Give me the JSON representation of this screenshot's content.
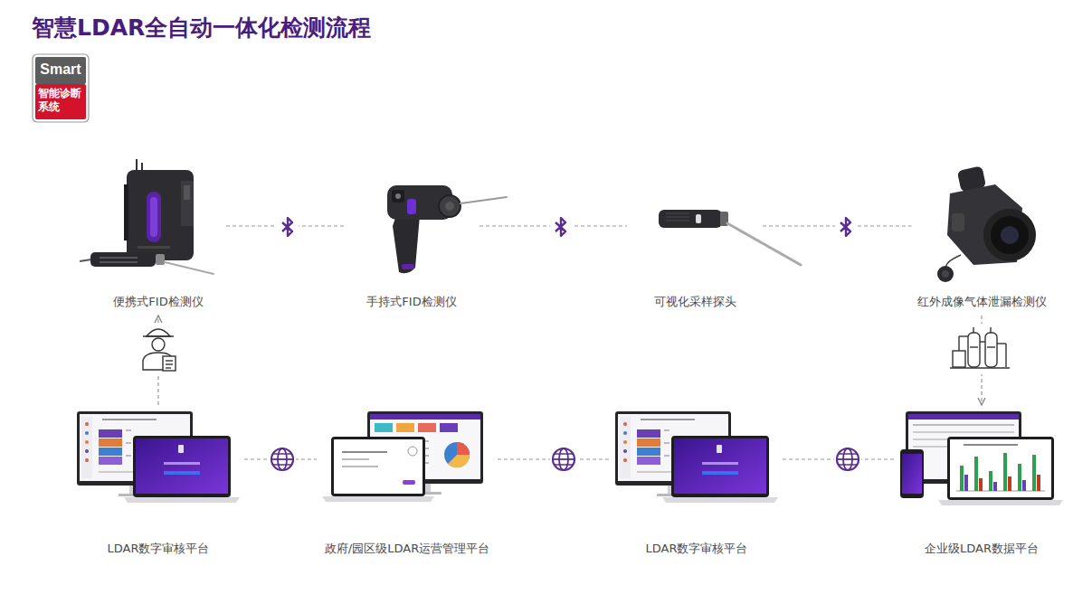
{
  "diagram": {
    "title": "智慧LDAR全自动一体化检测流程",
    "nodes": [
      {
        "text": [
          "便携式FID检测仪"
        ]
      },
      {
        "text": [
          "手持式FID检测仪"
        ]
      },
      {
        "text": [
          "可视化采样探头"
        ]
      },
      {
        "text": [
          "红外成像气体泄漏检测仪"
        ]
      },
      {
        "text": [
          "LDAR数字审核平台"
        ]
      },
      {
        "text": [
          "政府/园区级LDAR运营管理平台"
        ]
      },
      {
        "text": [
          "LDAR数字审核平台"
        ]
      },
      {
        "text": [
          "企业级LDAR数据平台"
        ]
      }
    ],
    "edges": [
      {
        "from": 0,
        "to": 1,
        "arrow": "none"
      },
      {
        "from": 1,
        "to": 2,
        "arrow": "none"
      },
      {
        "from": 2,
        "to": 3,
        "arrow": "none"
      },
      {
        "from": 4,
        "to": 5,
        "arrow": "none"
      },
      {
        "from": 5,
        "to": 6,
        "arrow": "none"
      },
      {
        "from": 6,
        "to": 7,
        "arrow": "none"
      },
      {
        "from": 4,
        "to": 0,
        "arrow": "to"
      },
      {
        "from": 3,
        "to": 7,
        "arrow": "to"
      }
    ],
    "labels": [
      "Smart",
      "智能诊断系统"
    ]
  }
}
